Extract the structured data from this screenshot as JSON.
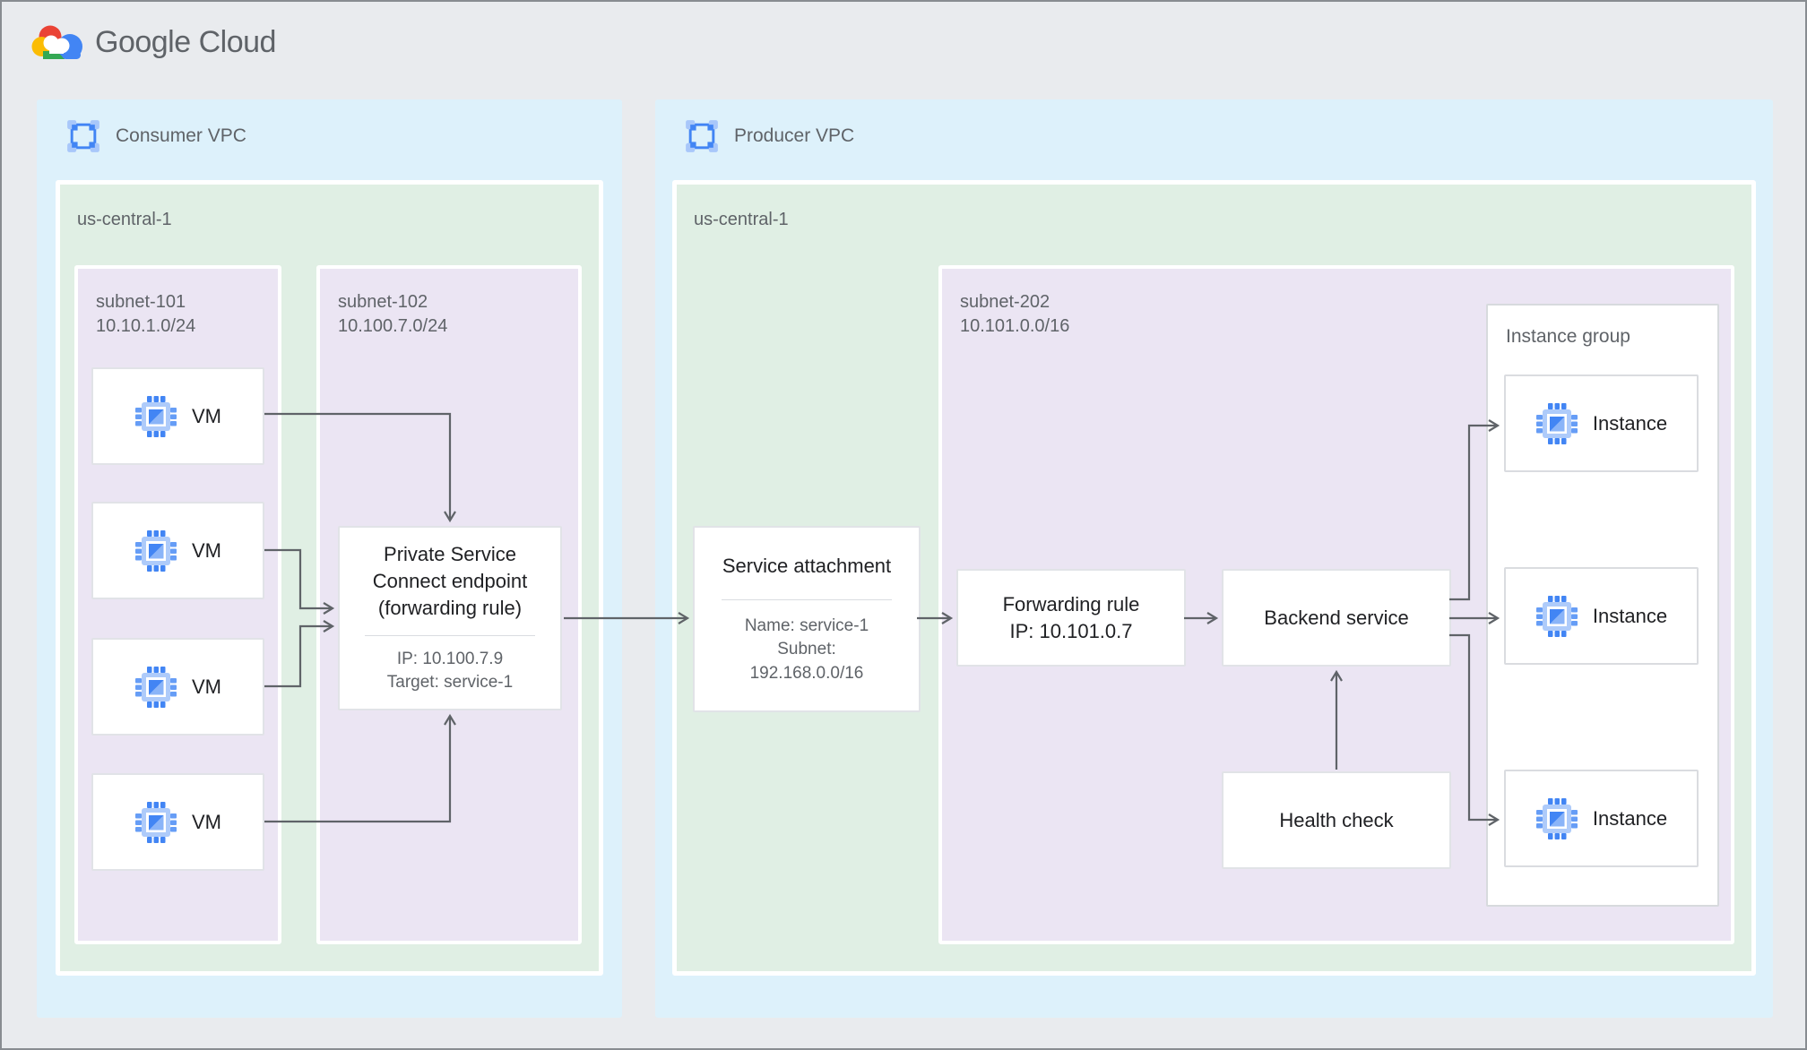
{
  "header": {
    "logo_text": "Google Cloud"
  },
  "colors": {
    "vpc_blue": "#ddf1fb",
    "region_green": "#e0efe4",
    "subnet_purple": "#ebe5f3",
    "arrow_gray": "#5f6368",
    "text_dark": "#202124",
    "text_gray": "#5f6368",
    "icon_blue": "#4285f4",
    "icon_light_blue": "#aecbfa",
    "logo_red": "#ea4335",
    "logo_yellow": "#fbbc04",
    "logo_green": "#34a853",
    "logo_blue": "#4285f4"
  },
  "consumer": {
    "vpc_label": "Consumer VPC",
    "region_label": "us-central-1",
    "subnets": [
      {
        "name": "subnet-101",
        "cidr": "10.10.1.0/24"
      },
      {
        "name": "subnet-102",
        "cidr": "10.100.7.0/24"
      }
    ],
    "vm_label": "VM",
    "psc": {
      "title": "Private Service Connect endpoint (forwarding rule)",
      "ip": "IP: 10.100.7.9",
      "target": "Target: service-1"
    }
  },
  "producer": {
    "vpc_label": "Producer VPC",
    "region_label": "us-central-1",
    "subnet": {
      "name": "subnet-202",
      "cidr": "10.101.0.0/16"
    },
    "service_attachment": {
      "title": "Service attachment",
      "name": "Name: service-1",
      "subnet_label": "Subnet:",
      "subnet_cidr": "192.168.0.0/16"
    },
    "forwarding_rule": {
      "title": "Forwarding rule",
      "ip": "IP: 10.101.0.7"
    },
    "backend_service": {
      "title": "Backend service"
    },
    "health_check": {
      "title": "Health check"
    },
    "instance_group": {
      "label": "Instance group",
      "instance_label": "Instance"
    }
  }
}
